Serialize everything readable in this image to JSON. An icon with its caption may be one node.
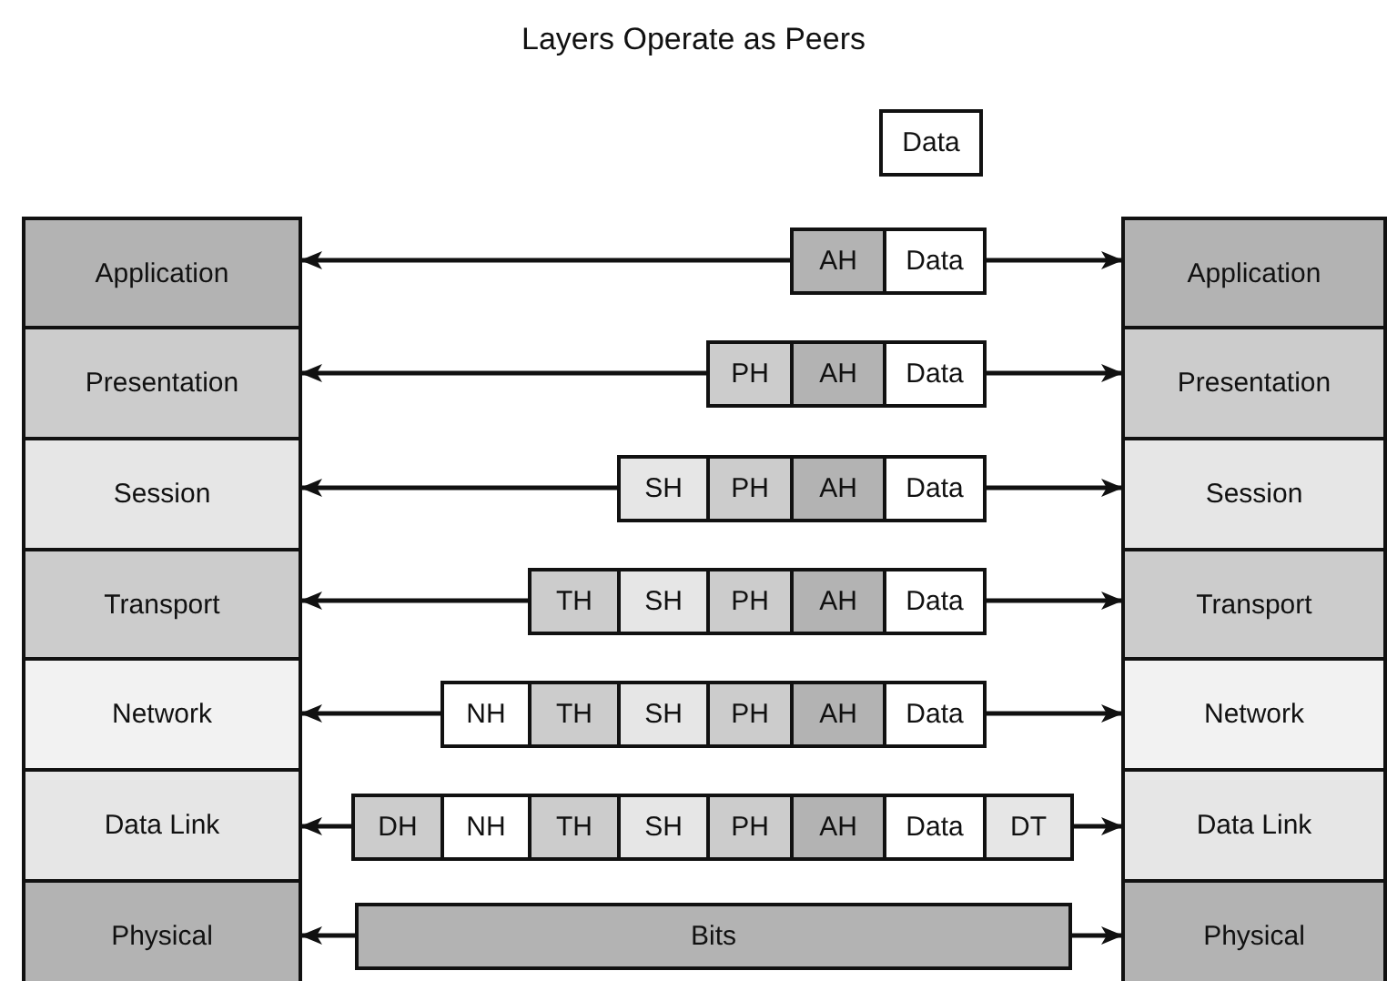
{
  "diagram": {
    "title": "Layers Operate as Peers",
    "nodes": [
      {
        "text": [
          "Data"
        ]
      },
      {
        "text": [
          "Application"
        ]
      },
      {
        "text": [
          "AH"
        ]
      },
      {
        "text": [
          "Data"
        ]
      },
      {
        "text": [
          "Application"
        ]
      },
      {
        "text": [
          "Presentation"
        ]
      },
      {
        "text": [
          "PH"
        ]
      },
      {
        "text": [
          "AH"
        ]
      },
      {
        "text": [
          "Data"
        ]
      },
      {
        "text": [
          "Presentation"
        ]
      },
      {
        "text": [
          "Session"
        ]
      },
      {
        "text": [
          "SH"
        ]
      },
      {
        "text": [
          "PH"
        ]
      },
      {
        "text": [
          "AH"
        ]
      },
      {
        "text": [
          "Data"
        ]
      },
      {
        "text": [
          "Session"
        ]
      },
      {
        "text": [
          "Transport"
        ]
      },
      {
        "text": [
          "TH"
        ]
      },
      {
        "text": [
          "SH"
        ]
      },
      {
        "text": [
          "PH"
        ]
      },
      {
        "text": [
          "AH"
        ]
      },
      {
        "text": [
          "Data"
        ]
      },
      {
        "text": [
          "Transport"
        ]
      },
      {
        "text": [
          "Network"
        ]
      },
      {
        "text": [
          "NH"
        ]
      },
      {
        "text": [
          "TH"
        ]
      },
      {
        "text": [
          "SH"
        ]
      },
      {
        "text": [
          "PH"
        ]
      },
      {
        "text": [
          "AH"
        ]
      },
      {
        "text": [
          "Data"
        ]
      },
      {
        "text": [
          "Network"
        ]
      },
      {
        "text": [
          "Data Link"
        ]
      },
      {
        "text": [
          "DH"
        ]
      },
      {
        "text": [
          "NH"
        ]
      },
      {
        "text": [
          "TH"
        ]
      },
      {
        "text": [
          "SH"
        ]
      },
      {
        "text": [
          "PH"
        ]
      },
      {
        "text": [
          "AH"
        ]
      },
      {
        "text": [
          "Data"
        ]
      },
      {
        "text": [
          "DT"
        ]
      },
      {
        "text": [
          "Data Link"
        ]
      },
      {
        "text": [
          "Physical"
        ]
      },
      {
        "text": [
          "Bits"
        ]
      },
      {
        "text": [
          "Physical"
        ]
      }
    ],
    "edges": [
      {
        "from": 2,
        "to": 1,
        "arrow": "to"
      },
      {
        "from": 3,
        "to": 4,
        "arrow": "to"
      },
      {
        "from": 6,
        "to": 5,
        "arrow": "to"
      },
      {
        "from": 8,
        "to": 9,
        "arrow": "to"
      },
      {
        "from": 11,
        "to": 10,
        "arrow": "to"
      },
      {
        "from": 14,
        "to": 15,
        "arrow": "to"
      },
      {
        "from": 17,
        "to": 16,
        "arrow": "to"
      },
      {
        "from": 21,
        "to": 22,
        "arrow": "to"
      },
      {
        "from": 24,
        "to": 23,
        "arrow": "to"
      },
      {
        "from": 29,
        "to": 30,
        "arrow": "to"
      },
      {
        "from": 32,
        "to": 31,
        "arrow": "to"
      },
      {
        "from": 39,
        "to": 40,
        "arrow": "to"
      },
      {
        "from": 42,
        "to": 41,
        "arrow": "to"
      },
      {
        "from": 42,
        "to": 43,
        "arrow": "to"
      }
    ]
  }
}
